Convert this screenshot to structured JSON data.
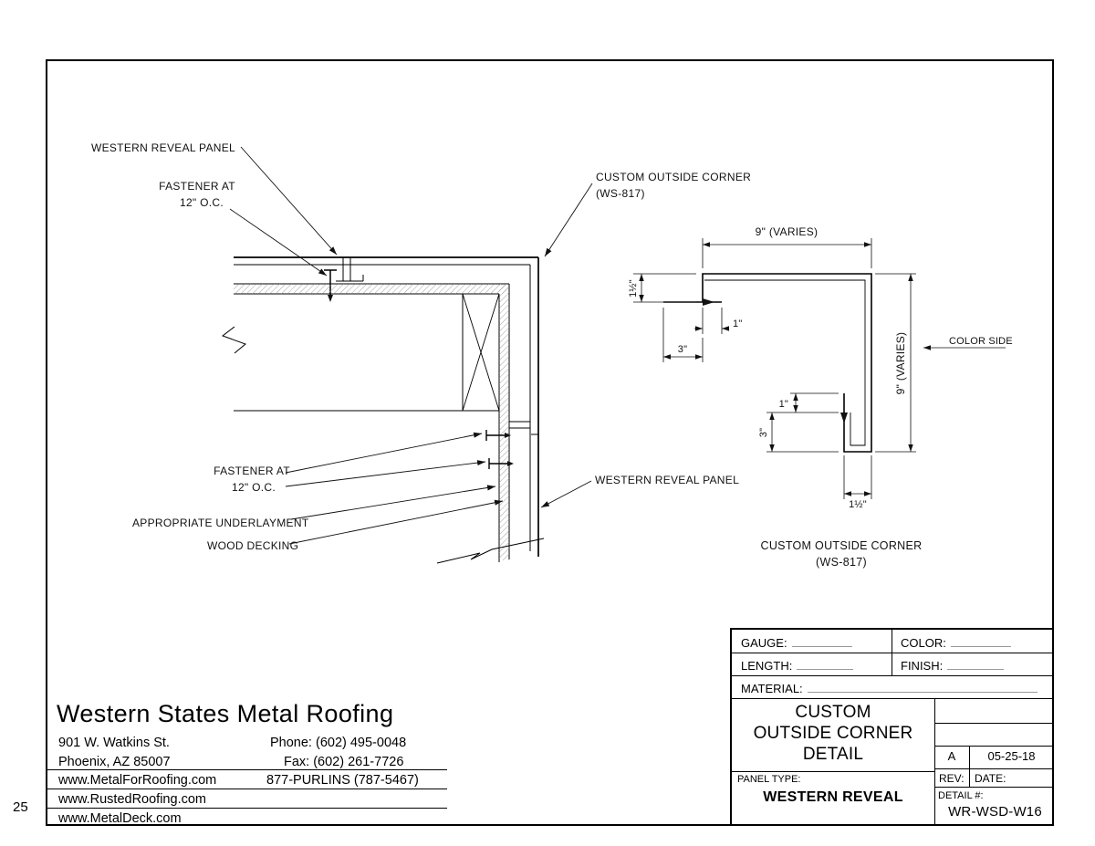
{
  "page": {
    "number": "25",
    "background": "#ffffff",
    "line_color": "#000000"
  },
  "section": {
    "labels": {
      "panel_top": "WESTERN REVEAL PANEL",
      "fastener_top_1": "FASTENER AT",
      "fastener_top_2": "12\" O.C.",
      "corner_1": "CUSTOM OUTSIDE CORNER",
      "corner_2": "(WS-817)",
      "fastener_bottom_1": "FASTENER AT",
      "fastener_bottom_2": "12\" O.C.",
      "underlayment": "APPROPRIATE UNDERLAYMENT",
      "wood_decking": "WOOD DECKING",
      "panel_right": "WESTERN REVEAL PANEL"
    }
  },
  "profile": {
    "dim_width": "9\" (VARIES)",
    "dim_height": "9\" (VARIES)",
    "dim_1half_left": "1½\"",
    "dim_1_left": "1\"",
    "dim_3_left": "3\"",
    "dim_1_bottom": "1\"",
    "dim_3_bottom": "3\"",
    "dim_1half_bottom": "1½\"",
    "color_side": "COLOR SIDE",
    "caption_1": "CUSTOM OUTSIDE CORNER",
    "caption_2": "(WS-817)"
  },
  "company": {
    "name": "Western States Metal Roofing",
    "address_1": "901 W. Watkins St.",
    "address_2": "Phoenix, AZ 85007",
    "phone": "Phone: (602) 495-0048",
    "fax": "Fax: (602) 261-7726",
    "purlins_line": "877-PURLINS (787-5467)",
    "web_1": "www.MetalForRoofing.com",
    "web_2": "www.RustedRoofing.com",
    "web_3": "www.MetalDeck.com"
  },
  "titleblock": {
    "gauge_label": "GAUGE:",
    "color_label": "COLOR:",
    "length_label": "LENGTH:",
    "finish_label": "FINISH:",
    "material_label": "MATERIAL:",
    "title_1": "CUSTOM",
    "title_2": "OUTSIDE CORNER",
    "title_3": "DETAIL",
    "panel_type_label": "PANEL TYPE:",
    "panel_type": "WESTERN REVEAL",
    "rev": "A",
    "date": "05-25-18",
    "rev_label": "REV:",
    "date_label": "DATE:",
    "detail_label": "DETAIL #:",
    "detail_number": "WR-WSD-W16"
  }
}
